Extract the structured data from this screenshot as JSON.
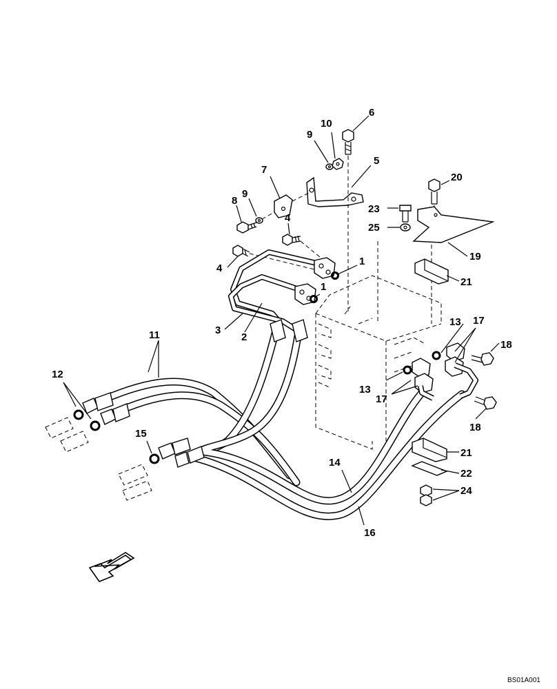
{
  "diagram": {
    "drawing_code": "BS01A001",
    "callouts": [
      {
        "id": "c1a",
        "label": "1"
      },
      {
        "id": "c1b",
        "label": "1"
      },
      {
        "id": "c2",
        "label": "2"
      },
      {
        "id": "c3",
        "label": "3"
      },
      {
        "id": "c4a",
        "label": "4"
      },
      {
        "id": "c4b",
        "label": "4"
      },
      {
        "id": "c5",
        "label": "5"
      },
      {
        "id": "c6",
        "label": "6"
      },
      {
        "id": "c7",
        "label": "7"
      },
      {
        "id": "c8",
        "label": "8"
      },
      {
        "id": "c9a",
        "label": "9"
      },
      {
        "id": "c9b",
        "label": "9"
      },
      {
        "id": "c10",
        "label": "10"
      },
      {
        "id": "c11",
        "label": "11"
      },
      {
        "id": "c12",
        "label": "12"
      },
      {
        "id": "c13a",
        "label": "13"
      },
      {
        "id": "c13b",
        "label": "13"
      },
      {
        "id": "c14",
        "label": "14"
      },
      {
        "id": "c15",
        "label": "15"
      },
      {
        "id": "c16",
        "label": "16"
      },
      {
        "id": "c17a",
        "label": "17"
      },
      {
        "id": "c17b",
        "label": "17"
      },
      {
        "id": "c18a",
        "label": "18"
      },
      {
        "id": "c18b",
        "label": "18"
      },
      {
        "id": "c19",
        "label": "19"
      },
      {
        "id": "c20",
        "label": "20"
      },
      {
        "id": "c21a",
        "label": "21"
      },
      {
        "id": "c21b",
        "label": "21"
      },
      {
        "id": "c22",
        "label": "22"
      },
      {
        "id": "c23",
        "label": "23"
      },
      {
        "id": "c24",
        "label": "24"
      },
      {
        "id": "c25",
        "label": "25"
      }
    ]
  }
}
